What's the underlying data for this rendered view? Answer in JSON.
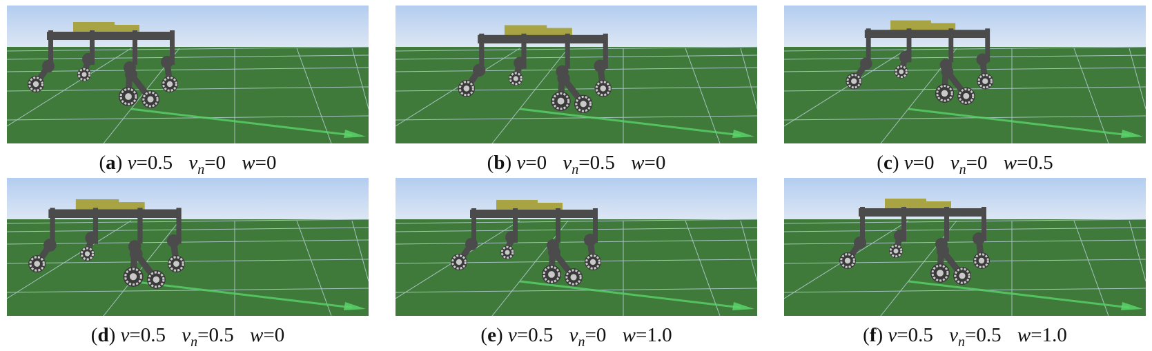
{
  "colors": {
    "sky_top": "#b3cdf0",
    "sky_bottom": "#dfe8f4",
    "ground": "#3f7a3a",
    "grid": "#c9dcee",
    "axis_arrow": "#5ad36a",
    "robot_body": "#4b4b4b",
    "robot_dark": "#3a3a3a",
    "payload": "#a8a443",
    "wheel_metal": "#c9c9c9"
  },
  "panels": [
    {
      "label": "a",
      "v": "0.5",
      "vn": "0",
      "w": "0"
    },
    {
      "label": "b",
      "v": "0",
      "vn": "0.5",
      "w": "0"
    },
    {
      "label": "c",
      "v": "0",
      "vn": "0",
      "w": "0.5"
    },
    {
      "label": "d",
      "v": "0.5",
      "vn": "0.5",
      "w": "0"
    },
    {
      "label": "e",
      "v": "0.5",
      "vn": "0",
      "w": "1.0"
    },
    {
      "label": "f",
      "v": "0.5",
      "vn": "0.5",
      "w": "1.0"
    }
  ]
}
